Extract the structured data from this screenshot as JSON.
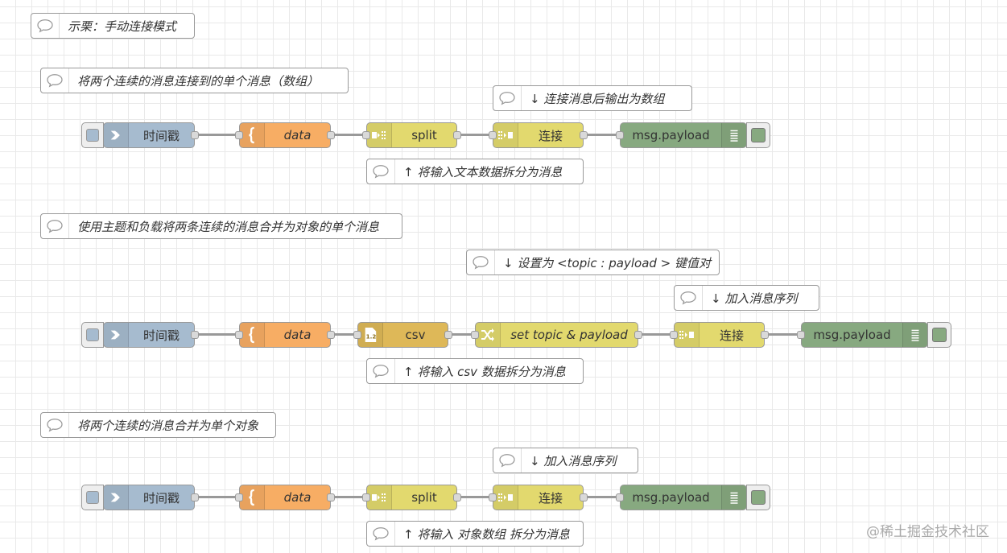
{
  "comments": {
    "title": "示栗：手动连接模式",
    "flow1_desc": "将两个连续的消息连接到的单个消息（数组）",
    "flow1_join_note": "↓ 连接消息后输出为数组",
    "flow1_split_note": "↑ 将输入文本数据拆分为消息",
    "flow2_desc": "使用主题和负载将两条连续的消息合并为对象的单个消息",
    "flow2_change_note": "↓ 设置为 <topic : payload > 键值对",
    "flow2_join_note": "↓ 加入消息序列",
    "flow2_csv_note": "↑ 将输入 csv 数据拆分为消息",
    "flow3_desc": "将两个连续的消息合并为单个对象",
    "flow3_join_note": "↓ 加入消息序列",
    "flow3_split_note": "↑ 将输入 对象数组 拆分为消息"
  },
  "nodes": {
    "inject_label": "时间戳",
    "template_label": "data",
    "split_label": "split",
    "join_label": "连接",
    "csv_label": "csv",
    "change_label": "set topic & payload",
    "debug_label": "msg.payload"
  },
  "icons": {
    "comment": "speech-bubble-icon",
    "inject": "arrow-right-icon",
    "template": "curly-brace-icon",
    "split": "split-icon",
    "join": "join-icon",
    "csv": "file-csv-icon",
    "change": "shuffle-icon",
    "debug": "list-icon"
  },
  "colors": {
    "inject": "#a6bbcf",
    "template": "#f7ad64",
    "split": "#e2d96e",
    "csv": "#deb858",
    "debug": "#87a980"
  },
  "watermark": "@稀土掘金技术社区"
}
